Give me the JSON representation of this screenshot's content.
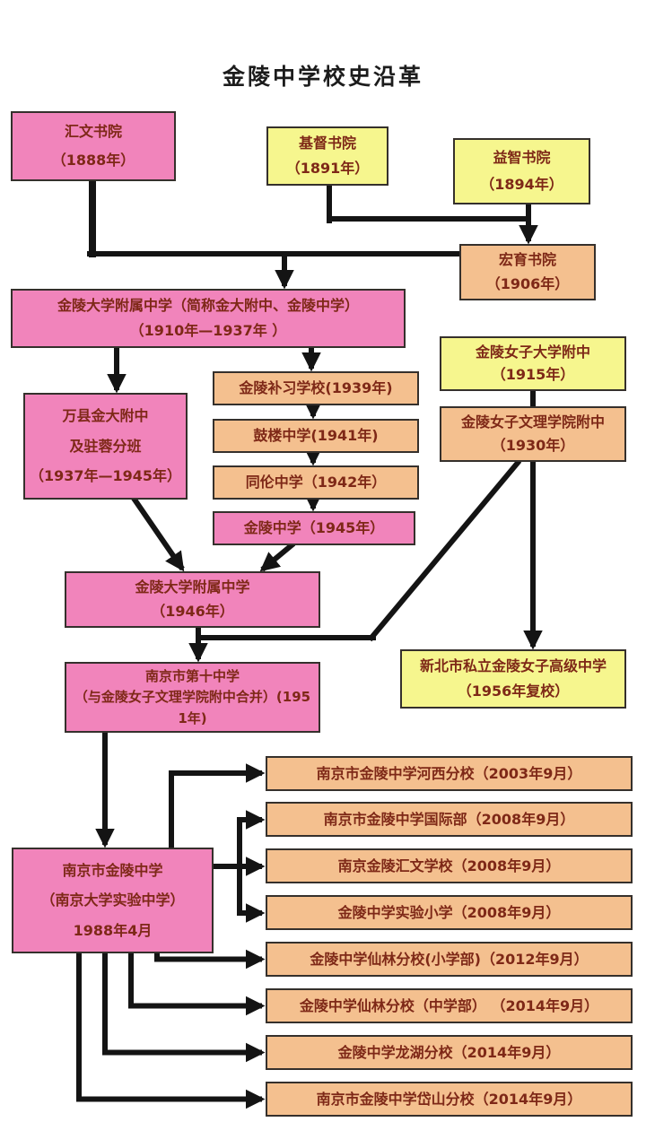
{
  "title": "金陵中学校史沿革",
  "colors": {
    "pink_node": "#f184bb",
    "yellow_node": "#f6f68e",
    "orange_node": "#f4c08f",
    "node_border": "#35302c",
    "connector_line": "#141414",
    "node_text": "#7e2817",
    "title_text": "#1c1c1c",
    "background": "#ffffff"
  },
  "nodes": {
    "huiwen": {
      "lines": [
        "汇文书院",
        "（1888年）"
      ]
    },
    "jidu": {
      "lines": [
        "基督书院",
        "（1891年）"
      ]
    },
    "yizhi": {
      "lines": [
        "益智书院",
        "（1894年）"
      ]
    },
    "hongyu": {
      "lines": [
        "宏育书院",
        "（1906年）"
      ]
    },
    "jinda1910": {
      "lines": [
        "金陵大学附属中学（简称金大附中、金陵中学）",
        "（1910年—1937年 ）"
      ]
    },
    "nvda": {
      "lines": [
        "金陵女子大学附中",
        "（1915年）"
      ]
    },
    "buxi": {
      "lines": [
        "金陵补习学校(1939年)"
      ]
    },
    "wanxian": {
      "lines": [
        "万县金大附中",
        "及驻蓉分班",
        "（1937年—1945年）"
      ]
    },
    "wenli": {
      "lines": [
        "金陵女子文理学院附中",
        "（1930年）"
      ]
    },
    "gulou": {
      "lines": [
        "鼓楼中学(1941年)"
      ]
    },
    "tonglun": {
      "lines": [
        "同伦中学（1942年）"
      ]
    },
    "jinling1945": {
      "lines": [
        "金陵中学（1945年）"
      ]
    },
    "jinda1946": {
      "lines": [
        "金陵大学附属中学",
        "（1946年）"
      ]
    },
    "dishizhong": {
      "lines": [
        "南京市第十中学",
        "（与金陵女子文理学院附中合并）(195",
        "1年)"
      ]
    },
    "xinbei": {
      "lines": [
        "新北市私立金陵女子高级中学",
        "（1956年复校）"
      ]
    },
    "jinling1988": {
      "lines": [
        "南京市金陵中学",
        "（南京大学实验中学）",
        "1988年4月"
      ]
    }
  },
  "branches": [
    {
      "label": "南京市金陵中学河西分校（2003年9月）"
    },
    {
      "label": "南京市金陵中学国际部（2008年9月）"
    },
    {
      "label": "南京金陵汇文学校（2008年9月）"
    },
    {
      "label": "金陵中学实验小学（2008年9月）"
    },
    {
      "label": "金陵中学仙林分校(小学部)（2012年9月）"
    },
    {
      "label": "金陵中学仙林分校（中学部） （2014年9月）"
    },
    {
      "label": "金陵中学龙湖分校（2014年9月）"
    },
    {
      "label": "南京市金陵中学岱山分校（2014年9月）"
    }
  ]
}
